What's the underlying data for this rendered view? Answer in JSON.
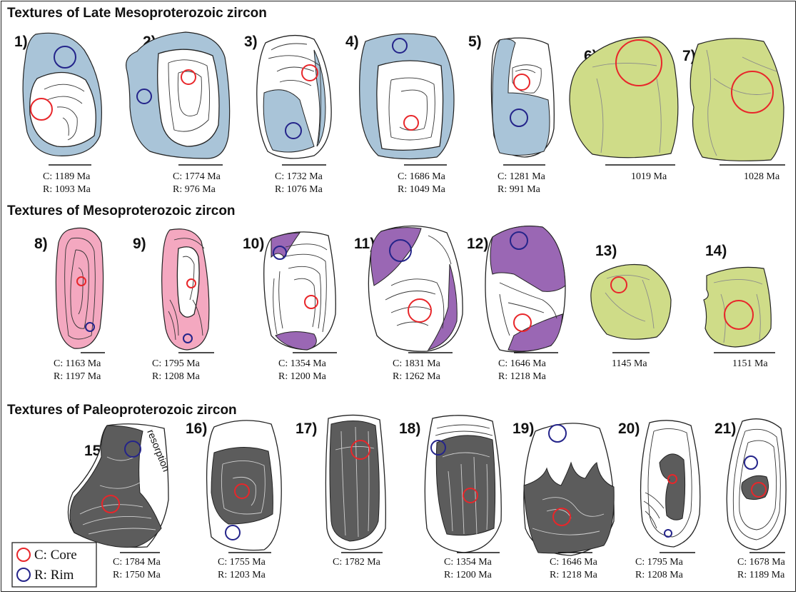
{
  "sections": {
    "late": "Textures of Late Mesoproterozoic zircon",
    "meso": "Textures of Mesoproterozoic zircon",
    "paleo": "Textures of Paleoproterozoic zircon"
  },
  "colors": {
    "blue": "#a9c4d8",
    "pink": "#f4a8c0",
    "green": "#cfdc88",
    "purple": "#9a67b4",
    "gray": "#5c5c5c",
    "core": "#e8262a",
    "rim": "#24248a"
  },
  "legend": {
    "core": "C: Core",
    "rim": "R: Rim"
  },
  "annotation": {
    "resorption": "resorption"
  },
  "grains": [
    {
      "id": 1,
      "num": "1)",
      "line1": "C: 1189 Ma",
      "line2": "R: 1093 Ma",
      "texture": "blue"
    },
    {
      "id": 2,
      "num": "2)",
      "line1": "C: 1774 Ma",
      "line2": "R: 976 Ma",
      "texture": "blue"
    },
    {
      "id": 3,
      "num": "3)",
      "line1": "C: 1732 Ma",
      "line2": "R: 1076 Ma",
      "texture": "blue"
    },
    {
      "id": 4,
      "num": "4)",
      "line1": "C: 1686 Ma",
      "line2": "R: 1049 Ma",
      "texture": "blue"
    },
    {
      "id": 5,
      "num": "5)",
      "line1": "C: 1281 Ma",
      "line2": "R: 991 Ma",
      "texture": "blue"
    },
    {
      "id": 6,
      "num": "6)",
      "line1": "1019 Ma",
      "line2": "",
      "texture": "green"
    },
    {
      "id": 7,
      "num": "7)",
      "line1": "1028 Ma",
      "line2": "",
      "texture": "green"
    },
    {
      "id": 8,
      "num": "8)",
      "line1": "C: 1163 Ma",
      "line2": "R: 1197 Ma",
      "texture": "pink"
    },
    {
      "id": 9,
      "num": "9)",
      "line1": "C: 1795 Ma",
      "line2": "R: 1208 Ma",
      "texture": "pink"
    },
    {
      "id": 10,
      "num": "10)",
      "line1": "C: 1354 Ma",
      "line2": "R: 1200 Ma",
      "texture": "purple"
    },
    {
      "id": 11,
      "num": "11)",
      "line1": "C: 1831 Ma",
      "line2": "R: 1262 Ma",
      "texture": "purple"
    },
    {
      "id": 12,
      "num": "12)",
      "line1": "C: 1646 Ma",
      "line2": "R: 1218 Ma",
      "texture": "purple"
    },
    {
      "id": 13,
      "num": "13)",
      "line1": "1145 Ma",
      "line2": "",
      "texture": "green"
    },
    {
      "id": 14,
      "num": "14)",
      "line1": "1151 Ma",
      "line2": "",
      "texture": "green"
    },
    {
      "id": 15,
      "num": "15)",
      "line1": "C: 1784 Ma",
      "line2": "R: 1750 Ma",
      "texture": "gray"
    },
    {
      "id": 16,
      "num": "16)",
      "line1": "C: 1755 Ma",
      "line2": "R: 1203 Ma",
      "texture": "gray"
    },
    {
      "id": 17,
      "num": "17)",
      "line1": "C: 1782 Ma",
      "line2": "",
      "texture": "gray"
    },
    {
      "id": 18,
      "num": "18)",
      "line1": "C: 1354 Ma",
      "line2": "R: 1200 Ma",
      "texture": "gray"
    },
    {
      "id": 19,
      "num": "19)",
      "line1": "C: 1646 Ma",
      "line2": "R: 1218 Ma",
      "texture": "gray"
    },
    {
      "id": 20,
      "num": "20)",
      "line1": "C: 1795 Ma",
      "line2": "R: 1208 Ma",
      "texture": "gray"
    },
    {
      "id": 21,
      "num": "21)",
      "line1": "C: 1678 Ma",
      "line2": "R: 1189 Ma",
      "texture": "gray"
    }
  ]
}
